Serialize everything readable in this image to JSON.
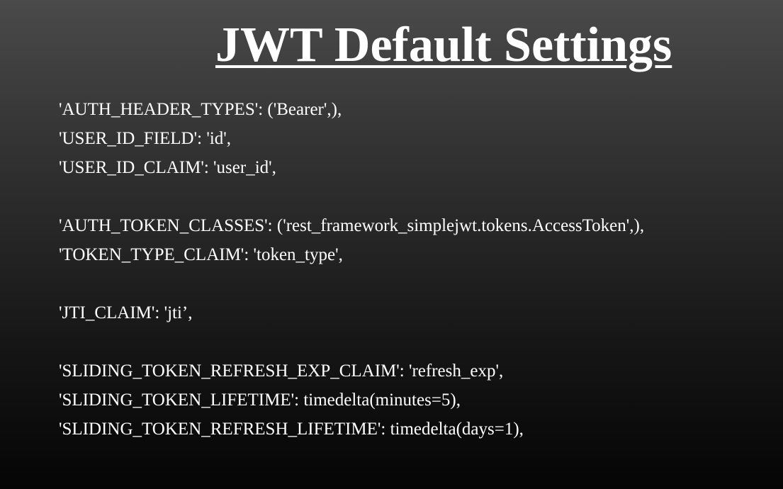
{
  "slide": {
    "title": "JWT Default Settings",
    "lines": [
      "'AUTH_HEADER_TYPES': ('Bearer',),",
      "'USER_ID_FIELD': 'id',",
      "'USER_ID_CLAIM': 'user_id',",
      "",
      "'AUTH_TOKEN_CLASSES': ('rest_framework_simplejwt.tokens.AccessToken',),",
      "'TOKEN_TYPE_CLAIM': 'token_type',",
      "",
      "'JTI_CLAIM': 'jti’,",
      "",
      "'SLIDING_TOKEN_REFRESH_EXP_CLAIM': 'refresh_exp',",
      "'SLIDING_TOKEN_LIFETIME': timedelta(minutes=5),",
      "'SLIDING_TOKEN_REFRESH_LIFETIME': timedelta(days=1),"
    ]
  }
}
